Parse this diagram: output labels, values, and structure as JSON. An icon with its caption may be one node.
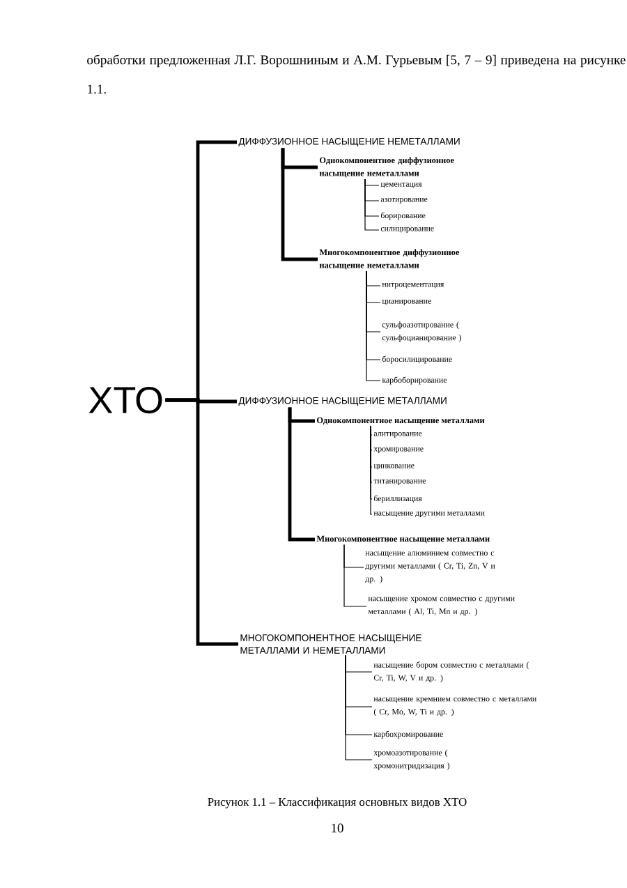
{
  "diagram": {
    "caption": "Рисунок 1.1 – Классификация основных видов ХТО",
    "nodes": [
      {
        "text": [
          "ХТО"
        ]
      },
      {
        "text": [
          "ДИФФУЗИОННОЕ НАСЫЩЕНИЕ НЕМЕТАЛЛАМИ"
        ]
      },
      {
        "text": [
          "Однокомпонентное диффузионное насыщение неметаллами"
        ]
      },
      {
        "text": [
          "цементация"
        ]
      },
      {
        "text": [
          "азотирование"
        ]
      },
      {
        "text": [
          "борирование"
        ]
      },
      {
        "text": [
          "силицирование"
        ]
      },
      {
        "text": [
          "Многокомпонентное диффузионное насыщение неметаллами"
        ]
      },
      {
        "text": [
          "нитроцементация"
        ]
      },
      {
        "text": [
          "цианирование"
        ]
      },
      {
        "text": [
          "сульфоазотирование ( сульфоцианирование )"
        ]
      },
      {
        "text": [
          "боросилицирование"
        ]
      },
      {
        "text": [
          "карбоборирование"
        ]
      },
      {
        "text": [
          "ДИФФУЗИОННОЕ НАСЫЩЕНИЕ МЕТАЛЛАМИ"
        ]
      },
      {
        "text": [
          "Однокомпонентное насыщение металлами"
        ]
      },
      {
        "text": [
          "алитирование"
        ]
      },
      {
        "text": [
          "хромирование"
        ]
      },
      {
        "text": [
          "цинкование"
        ]
      },
      {
        "text": [
          "титанирование"
        ]
      },
      {
        "text": [
          "бериллизация"
        ]
      },
      {
        "text": [
          "насыщение другими металлами"
        ]
      },
      {
        "text": [
          "Многокомпонентное насыщение металлами"
        ]
      },
      {
        "text": [
          "насыщение алюминием совместно с другими металлами ( Cr, Ti, Zn, V и др. )"
        ]
      },
      {
        "text": [
          "насыщение хромом совместно с другими металлами ( Al, Ti, Mn и др. )"
        ]
      },
      {
        "text": [
          "МНОГОКОМПОНЕНТНОЕ НАСЫЩЕНИЕ МЕТАЛЛАМИ И НЕМЕТАЛЛАМИ"
        ]
      },
      {
        "text": [
          "насыщение бором совместно с металлами ( Cr, Ti, W, V и др. )"
        ]
      },
      {
        "text": [
          "насыщение кремнием совместно с металлами ( Cr, Mo, W, Ti и др. )"
        ]
      },
      {
        "text": [
          "карбохромирование"
        ]
      },
      {
        "text": [
          "хромоазотирование ( хромонитридизация )"
        ]
      }
    ],
    "edges": [
      {
        "from": 0,
        "to": 1,
        "arrow": "none",
        "style": "thick"
      },
      {
        "from": 0,
        "to": 13,
        "arrow": "none",
        "style": "thick"
      },
      {
        "from": 0,
        "to": 24,
        "arrow": "none",
        "style": "thick"
      },
      {
        "from": 1,
        "to": 2,
        "arrow": "none",
        "style": "thick"
      },
      {
        "from": 1,
        "to": 7,
        "arrow": "none",
        "style": "thick"
      },
      {
        "from": 2,
        "to": 3,
        "arrow": "none"
      },
      {
        "from": 2,
        "to": 4,
        "arrow": "none"
      },
      {
        "from": 2,
        "to": 5,
        "arrow": "none"
      },
      {
        "from": 2,
        "to": 6,
        "arrow": "none"
      },
      {
        "from": 7,
        "to": 8,
        "arrow": "none"
      },
      {
        "from": 7,
        "to": 9,
        "arrow": "none"
      },
      {
        "from": 7,
        "to": 10,
        "arrow": "none"
      },
      {
        "from": 7,
        "to": 11,
        "arrow": "none"
      },
      {
        "from": 7,
        "to": 12,
        "arrow": "none"
      },
      {
        "from": 13,
        "to": 14,
        "arrow": "none",
        "style": "thick"
      },
      {
        "from": 13,
        "to": 21,
        "arrow": "none",
        "style": "thick"
      },
      {
        "from": 14,
        "to": 15,
        "arrow": "none"
      },
      {
        "from": 14,
        "to": 16,
        "arrow": "none"
      },
      {
        "from": 14,
        "to": 17,
        "arrow": "none"
      },
      {
        "from": 14,
        "to": 18,
        "arrow": "none"
      },
      {
        "from": 14,
        "to": 19,
        "arrow": "none"
      },
      {
        "from": 14,
        "to": 20,
        "arrow": "none"
      },
      {
        "from": 21,
        "to": 22,
        "arrow": "none"
      },
      {
        "from": 21,
        "to": 23,
        "arrow": "none"
      },
      {
        "from": 24,
        "to": 25,
        "arrow": "none"
      },
      {
        "from": 24,
        "to": 26,
        "arrow": "none"
      },
      {
        "from": 24,
        "to": 27,
        "arrow": "none"
      },
      {
        "from": 24,
        "to": 28,
        "arrow": "none"
      }
    ],
    "labels": [
      "обработки предложенная Л.Г. Ворошниным и А.М. Гурьевым [5, 7 – 9] приведена на рисунке 1.1.",
      "10"
    ]
  }
}
